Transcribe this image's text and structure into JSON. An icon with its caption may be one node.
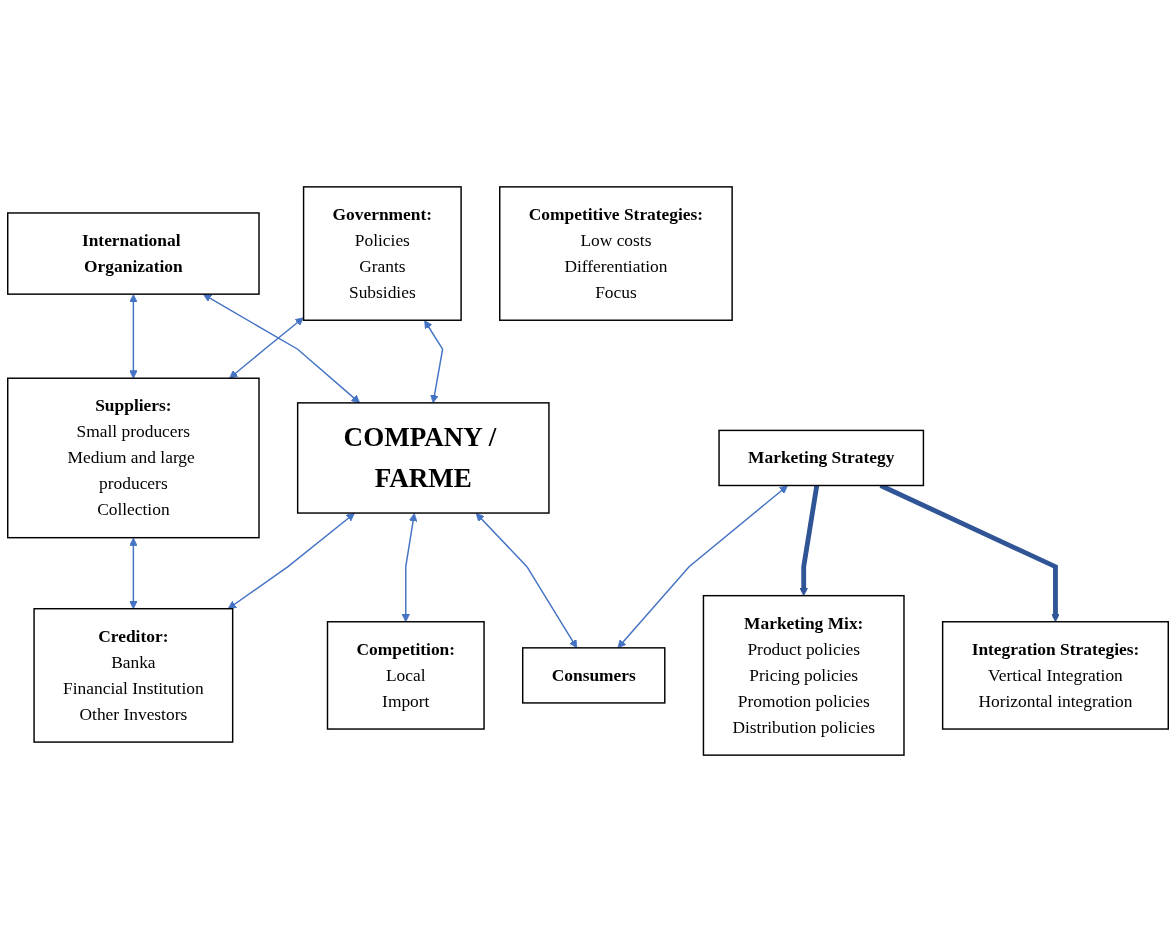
{
  "diagram": {
    "nodes": [
      {
        "text": [
          "International Organization"
        ]
      },
      {
        "text": [
          "Government:",
          "Policies",
          "Grants",
          "Subsidies"
        ]
      },
      {
        "text": [
          "Marketing Mix:",
          "Product policies",
          "Pricing policies",
          "Promotion policies",
          "Distribution policies"
        ]
      },
      {
        "text": [
          "Suppliers:",
          "Small producers",
          "Medium and large producers",
          "Collection"
        ]
      },
      {
        "text": [
          "COMPANY / FARME"
        ]
      },
      {
        "text": [
          "Marketing Strategy"
        ]
      },
      {
        "text": [
          "Competitive Strategies:",
          "Low costs",
          "Differentiation",
          "Focus"
        ]
      },
      {
        "text": [
          "Integration Strategies:",
          "Vertical Integration",
          "Horizontal integration"
        ]
      },
      {
        "text": [
          "Creditor:",
          "Banka",
          "Financial Institution",
          "Other Investors"
        ]
      },
      {
        "text": [
          "Competition:",
          "Local",
          "Import"
        ]
      },
      {
        "text": [
          "Consumers"
        ]
      }
    ],
    "edges": [
      {
        "from": 0,
        "to": 3,
        "arrow": "both"
      },
      {
        "from": 0,
        "to": 4,
        "arrow": "both"
      },
      {
        "from": 1,
        "to": 3,
        "arrow": "both"
      },
      {
        "from": 1,
        "to": 4,
        "arrow": "both"
      },
      {
        "from": 3,
        "to": 8,
        "arrow": "both"
      },
      {
        "from": 4,
        "to": 8,
        "arrow": "both"
      },
      {
        "from": 4,
        "to": 9,
        "arrow": "both"
      },
      {
        "from": 4,
        "to": 10,
        "arrow": "both"
      },
      {
        "from": 5,
        "to": 10,
        "arrow": "both"
      },
      {
        "from": 5,
        "to": 2,
        "arrow": "to",
        "style": "thick",
        "color": "#2f5597"
      },
      {
        "from": 5,
        "to": 7,
        "arrow": "to",
        "style": "thick",
        "color": "#2f5597"
      }
    ]
  }
}
